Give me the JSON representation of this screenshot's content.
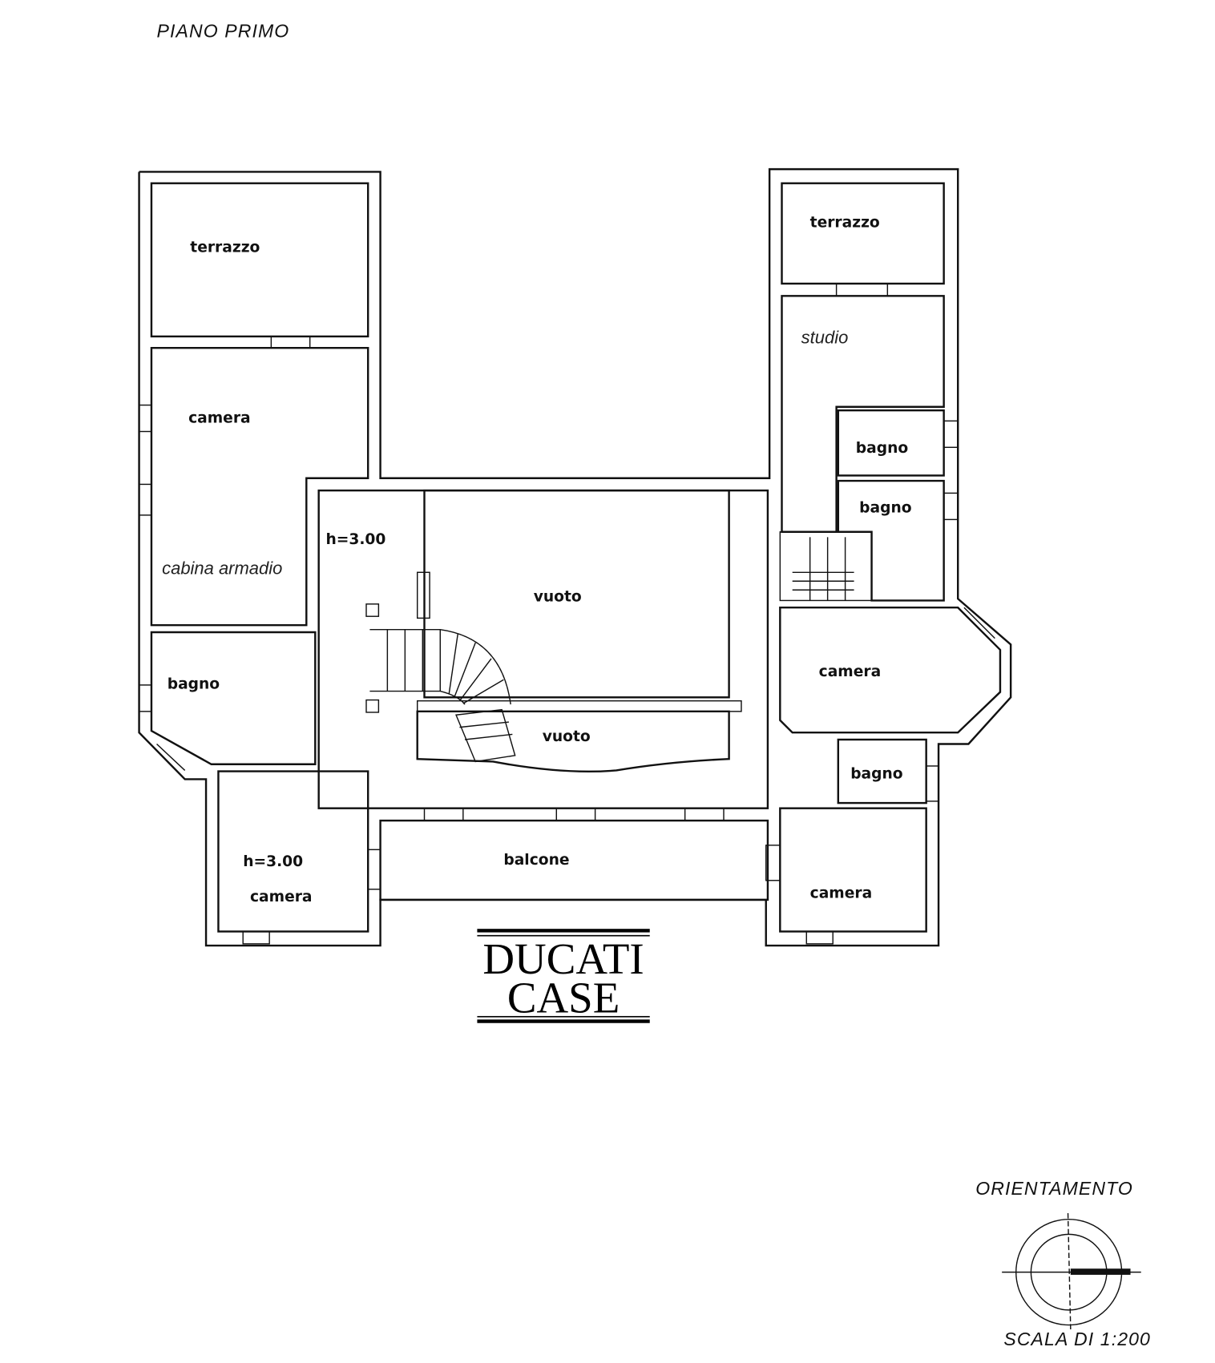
{
  "title": "PIANO PRIMO",
  "rooms": {
    "terrazzo_left": "terrazzo",
    "camera_left": "camera",
    "cabina": "cabina armadio",
    "bagno_left": "bagno",
    "camera_lower_left": "camera",
    "h_lower_left": "h=3.00",
    "h_hall": "h=3.00",
    "vuoto_upper": "vuoto",
    "vuoto_lower": "vuoto",
    "balcone": "balcone",
    "terrazzo_right": "terrazzo",
    "studio": "studio",
    "bagno_r1": "bagno",
    "bagno_r2": "bagno",
    "camera_right": "camera",
    "bagno_r3": "bagno",
    "camera_lower_right": "camera"
  },
  "logo": {
    "line1": "DUCATI",
    "line2": "CASE"
  },
  "orientation_label": "ORIENTAMENTO",
  "scale_label": "SCALA DI 1:200"
}
